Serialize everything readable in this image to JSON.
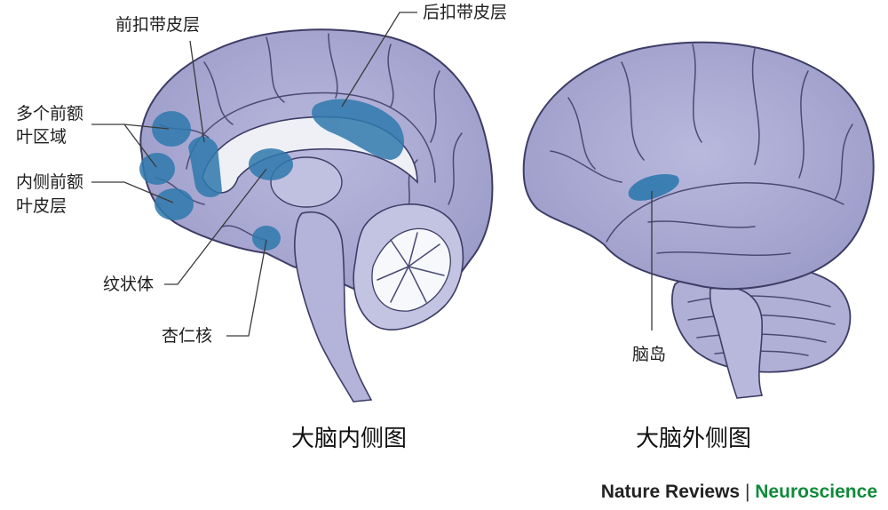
{
  "medial_view": {
    "caption": "大脑内侧图",
    "labels": {
      "anterior_cingulate": "前扣带皮层",
      "posterior_cingulate": "后扣带皮层",
      "multiple_prefrontal": [
        "多个前额",
        "叶区域"
      ],
      "medial_prefrontal": [
        "内侧前额",
        "叶皮层"
      ],
      "striatum": "纹状体",
      "amygdala": "杏仁核"
    }
  },
  "lateral_view": {
    "caption": "大脑外侧图",
    "labels": {
      "insula": "脑岛"
    }
  },
  "credit": {
    "journal": "Nature Reviews",
    "separator": "|",
    "section": "Neuroscience"
  },
  "colors": {
    "cortex": "#a9a9d3",
    "cortex_outline": "#3d3d66",
    "highlight": "#2f79ad",
    "white_matter": "#eef0f6",
    "credit_accent": "#0f8a3a"
  }
}
